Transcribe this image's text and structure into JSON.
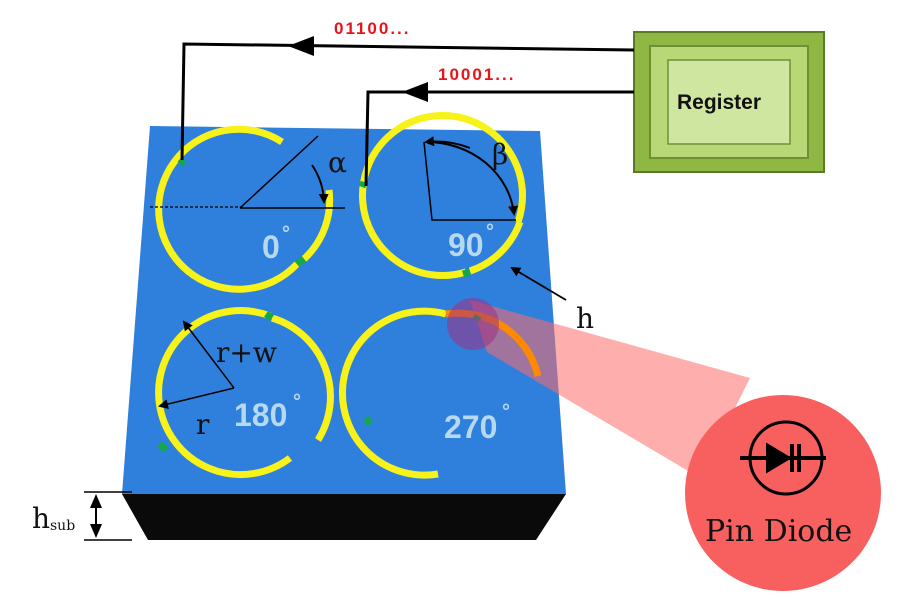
{
  "register": {
    "label": "Register"
  },
  "bitstreams": {
    "top": "01100...",
    "second": "10001..."
  },
  "cells": {
    "c0": {
      "phase": "0",
      "deg": "°"
    },
    "c90": {
      "phase": "90",
      "deg": "°"
    },
    "c180": {
      "phase": "180",
      "deg": "°"
    },
    "c270": {
      "phase": "270",
      "deg": "°"
    }
  },
  "symbols": {
    "alpha": "α",
    "beta": "β",
    "h": "h",
    "r_plus_w": "r+w",
    "r": "r",
    "h_sub_main": "h",
    "h_sub_subscript": "sub"
  },
  "callout": {
    "label": "Pin Diode"
  },
  "colors": {
    "substrate": "#2f7fdc",
    "ring": "#f7f21a",
    "pin": "#14a84a",
    "active_segment": "#ff8a00",
    "register_fill": "#a8cf63",
    "callout": "#f86060",
    "bits": "#e8141b"
  }
}
